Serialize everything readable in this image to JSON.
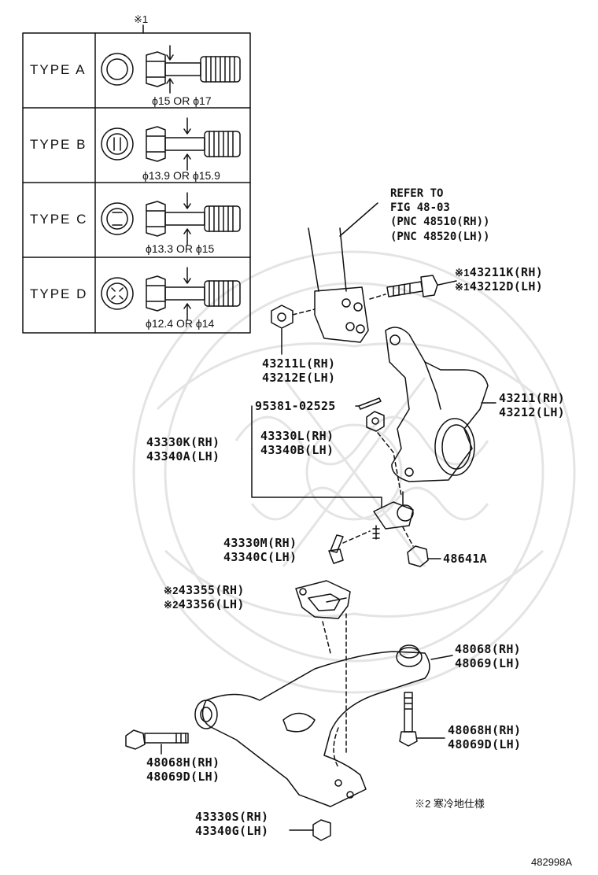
{
  "type_table": {
    "header_mark": "※1",
    "rows": [
      {
        "type": "TYPE  A",
        "diameter": "ϕ15 OR ϕ17"
      },
      {
        "type": "TYPE  B",
        "diameter": "ϕ13.9 OR ϕ15.9"
      },
      {
        "type": "TYPE  C",
        "diameter": "ϕ13.3 OR ϕ15"
      },
      {
        "type": "TYPE  D",
        "diameter": "ϕ12.4 OR ϕ14"
      }
    ]
  },
  "refer": {
    "line1": "REFER TO",
    "line2": "FIG 48-03",
    "line3": "(PNC 48510(RH))",
    "line4": "(PNC 48520(LH))"
  },
  "parts": {
    "bolt_43211K": {
      "mark": "※1",
      "rh": "43211K(RH)",
      "lh_mark": "※1",
      "lh": "43212D(LH)"
    },
    "nut_43211L": {
      "rh": "43211L(RH)",
      "lh": "43212E(LH)"
    },
    "knuckle": {
      "rh": "43211(RH)",
      "lh": "43212(LH)"
    },
    "cotter_pin": {
      "label": "95381-02525"
    },
    "ball_joint": {
      "rh": "43330K(RH)",
      "lh": "43340A(LH)"
    },
    "ball_nut": {
      "rh": "43330L(RH)",
      "lh": "43340B(LH)"
    },
    "ball_bolt": {
      "rh": "43330M(RH)",
      "lh": "43340C(LH)"
    },
    "nut_48641A": {
      "label": "48641A"
    },
    "bracket": {
      "mark": "※2",
      "rh": "43355(RH)",
      "lh_mark": "※2",
      "lh": "43356(LH)"
    },
    "lower_arm": {
      "rh": "48068(RH)",
      "lh": "48069(LH)"
    },
    "arm_bolt_vertical": {
      "rh": "48068H(RH)",
      "lh": "48069D(LH)"
    },
    "arm_bolt_horizontal": {
      "rh": "48068H(RH)",
      "lh": "48069D(LH)"
    },
    "bottom_nut": {
      "rh": "43330S(RH)",
      "lh": "43340G(LH)"
    }
  },
  "note": "※2 寒冷地仕様",
  "figure_id": "482998A"
}
